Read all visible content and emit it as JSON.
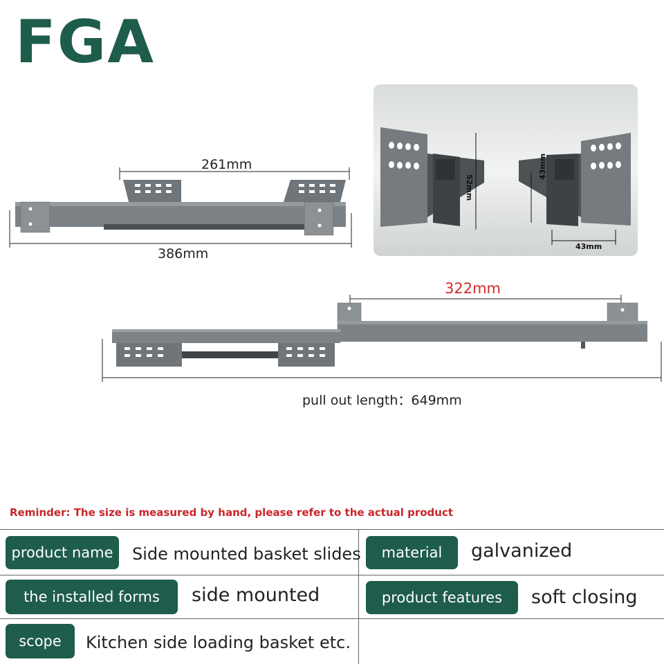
{
  "brand": {
    "logo_text": "FGA",
    "color": "#1e5c4c"
  },
  "dimensions": {
    "top_bracket_span": "261mm",
    "closed_length": "386mm",
    "extended_bracket_span": "322mm",
    "pull_out_length": "pull out length：649mm",
    "height_a": "52mm",
    "height_b": "43mm",
    "width": "43mm"
  },
  "reminder": "Reminder: The size is measured by hand, please refer to the actual product",
  "specs": [
    {
      "label": "product name",
      "value": "Side mounted basket slides"
    },
    {
      "label": "material",
      "value": "galvanized"
    },
    {
      "label": "the installed forms",
      "value": "side mounted"
    },
    {
      "label": "product features",
      "value": "soft closing"
    },
    {
      "label": "scope",
      "value": "Kitchen side loading basket etc."
    }
  ],
  "colors": {
    "accent": "#1e5c4c",
    "reminder": "#c8262a",
    "slide": "#7c8286"
  }
}
